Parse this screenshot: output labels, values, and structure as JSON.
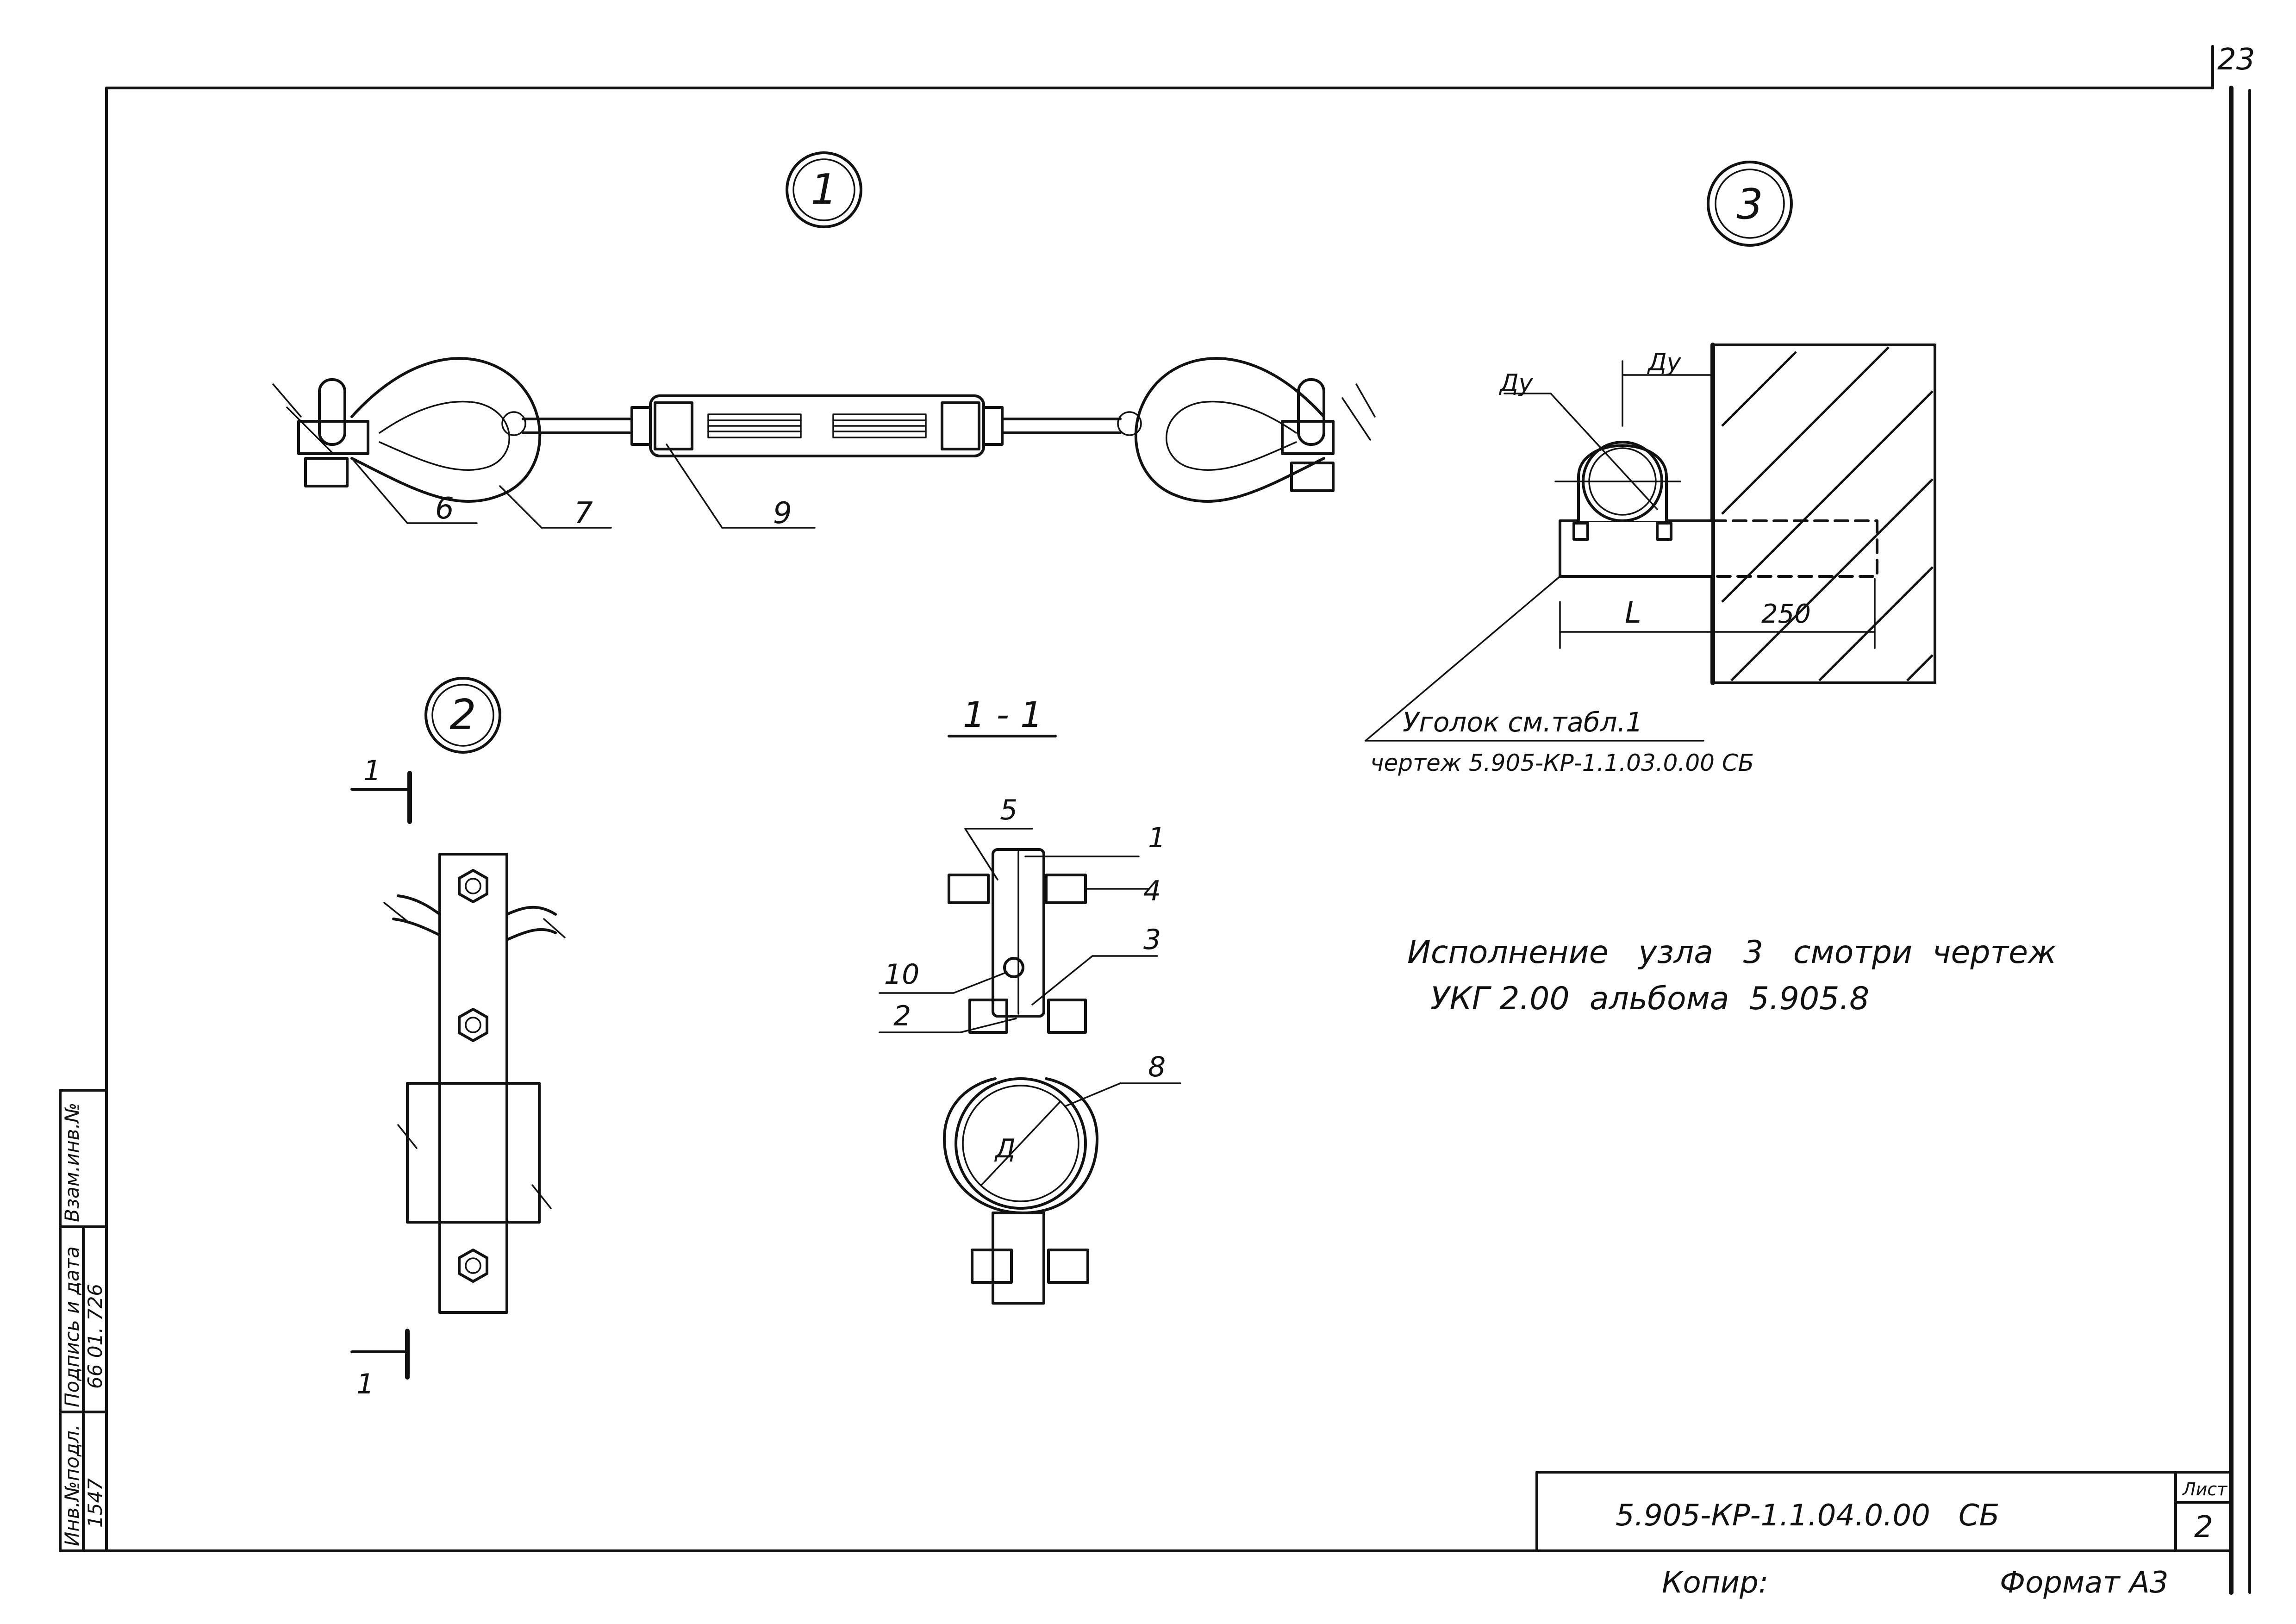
{
  "page_number": "23",
  "views": {
    "view1_marker": "1",
    "view2_marker": "2",
    "view3_marker": "3",
    "section_label": "1 - 1",
    "section_cut_mark": "1"
  },
  "callouts": {
    "view1": [
      "6",
      "7",
      "9"
    ],
    "section": [
      "5",
      "1",
      "4",
      "3",
      "10",
      "2",
      "8"
    ]
  },
  "dimensions": {
    "du": "Ду",
    "d": "Д",
    "l": "L",
    "offset": "250"
  },
  "notes": {
    "angle_line1": "Уголок см.табл.1",
    "angle_line2": "чертеж 5.905-КР-1.1.03.0.00 СБ",
    "exec_line1": "Исполнение   узла   3   смотри  чертеж",
    "exec_line2": "УКГ 2.00  альбома  5.905.8"
  },
  "side_stamp": {
    "inv_no": "Инв.№подл.",
    "sign_date": "Подпись и дата",
    "replace_inv": "Взам.инв.№",
    "inv_value": "1547",
    "date_value": "66 01. 726"
  },
  "title_block": {
    "doc_code": "5.905-КР-1.1.04.0.00   СБ",
    "sheet_label": "Лист",
    "sheet_number": "2"
  },
  "footer": {
    "copied": "Копир:",
    "format": "Формат А3"
  }
}
